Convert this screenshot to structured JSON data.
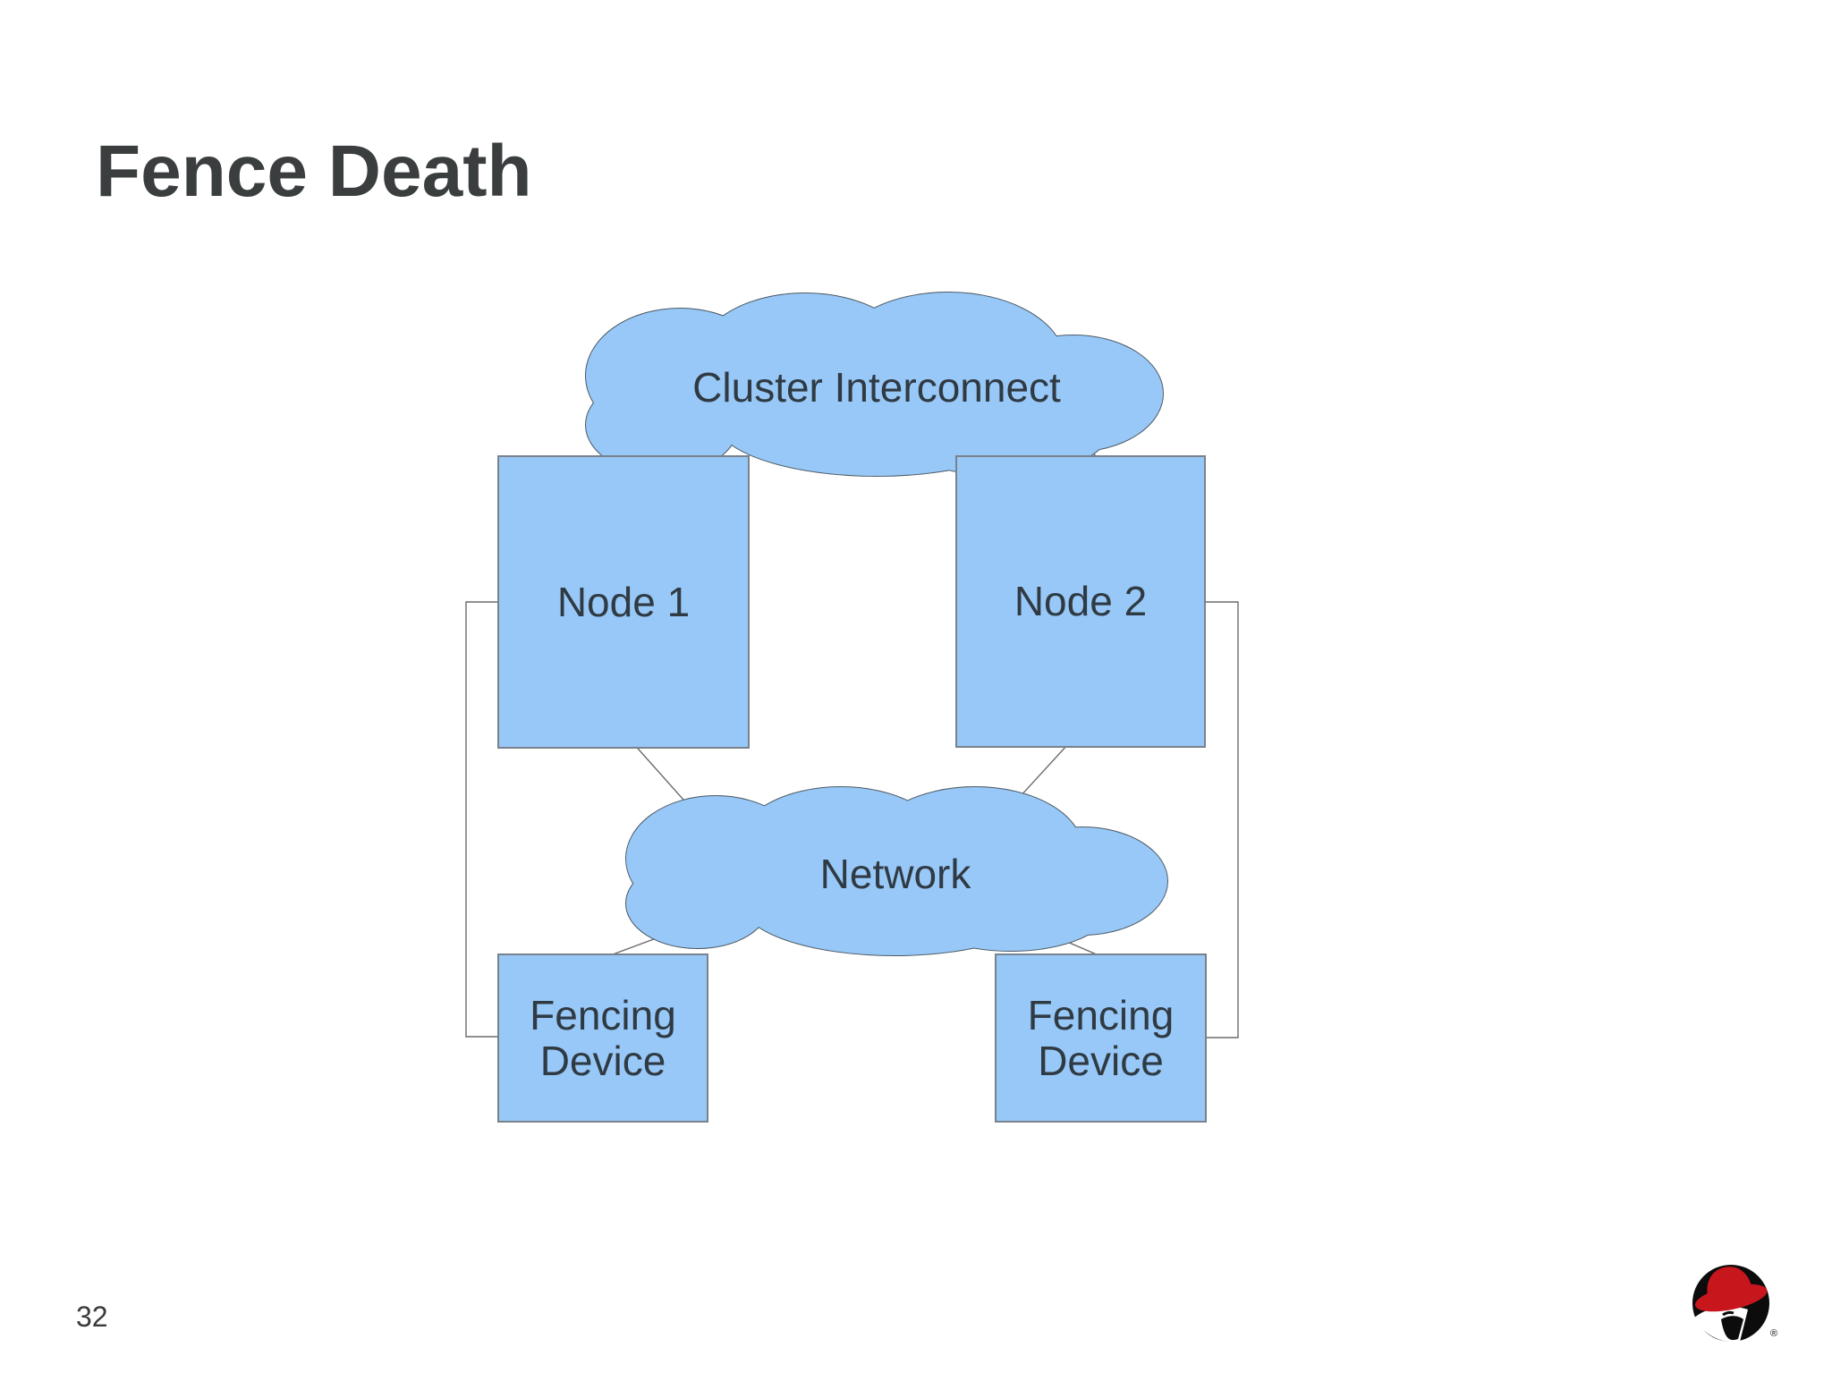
{
  "slide": {
    "title": "Fence Death",
    "background_color": "#ffffff"
  },
  "diagram": {
    "cluster_cloud_label": "Cluster Interconnect",
    "network_cloud_label": "Network",
    "node1_label": "Node 1",
    "node2_label": "Node 2",
    "fencing_left_label": "Fencing\nDevice",
    "fencing_right_label": "Fencing\nDevice",
    "colors": {
      "shape_fill": "#98c8f7",
      "cloud_outline": "#4d5a64",
      "box_outline": "#78828c",
      "connector_line": "#6b6b6b",
      "label_text": "#2f3a43",
      "title_text": "#3a3e3f"
    }
  },
  "footer": {
    "page_number": "32",
    "logo": {
      "name": "Red Hat Shadowman",
      "registered_mark": "®",
      "hat_red": "#c8161d",
      "silhouette_black": "#0c0c0c"
    }
  }
}
